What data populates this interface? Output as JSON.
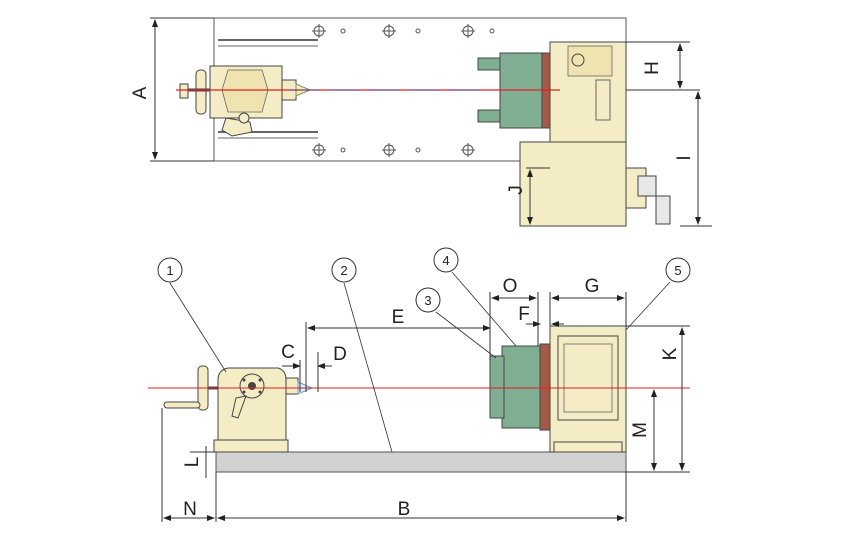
{
  "dimensions": {
    "A": "A",
    "B": "B",
    "C": "C",
    "D": "D",
    "E": "E",
    "F": "F",
    "G": "G",
    "H": "H",
    "I": "I",
    "J": "J",
    "K": "K",
    "L": "L",
    "M": "M",
    "N": "N",
    "O": "O"
  },
  "callouts": [
    "1",
    "2",
    "3",
    "4",
    "5"
  ],
  "colors": {
    "cream": "#f4ecc4",
    "green": "#7fae93",
    "red_face": "#a55a48",
    "base_gray": "#d2d2d2",
    "axis_red": "#e02020",
    "outline": "#444444"
  }
}
